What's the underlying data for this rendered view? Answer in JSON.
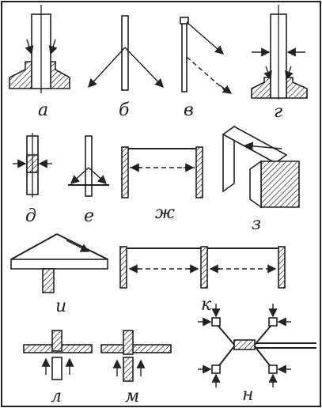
{
  "labels": {
    "a": "а",
    "b": "б",
    "v": "в",
    "g": "г",
    "d": "д",
    "e": "е",
    "zh": "ж",
    "z": "з",
    "i": "и",
    "k": "к",
    "l": "л",
    "m": "м",
    "n": "н"
  }
}
